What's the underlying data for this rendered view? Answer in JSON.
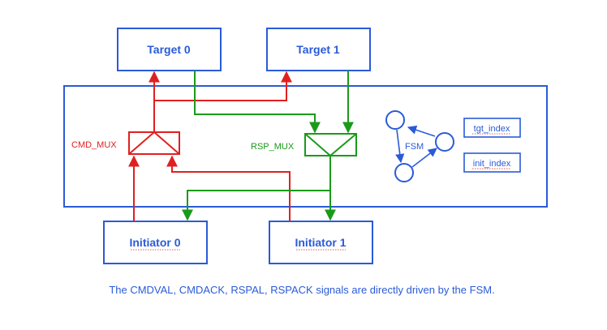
{
  "diagram": {
    "targets": [
      "Target 0",
      "Target 1"
    ],
    "initiators": [
      "Initiator 0",
      "Initiator 1"
    ],
    "cmd_mux_label": "CMD_MUX",
    "rsp_mux_label": "RSP_MUX",
    "fsm_label": "FSM",
    "tgt_index_label": "tgt_index",
    "init_index_label": "init_index",
    "caption": "The CMDVAL, CMDACK, RSPAL, RSPACK signals are directly driven by the FSM.",
    "colors": {
      "blue": "#2a5bd7",
      "red": "#e02020",
      "green": "#1a9a1a"
    }
  }
}
